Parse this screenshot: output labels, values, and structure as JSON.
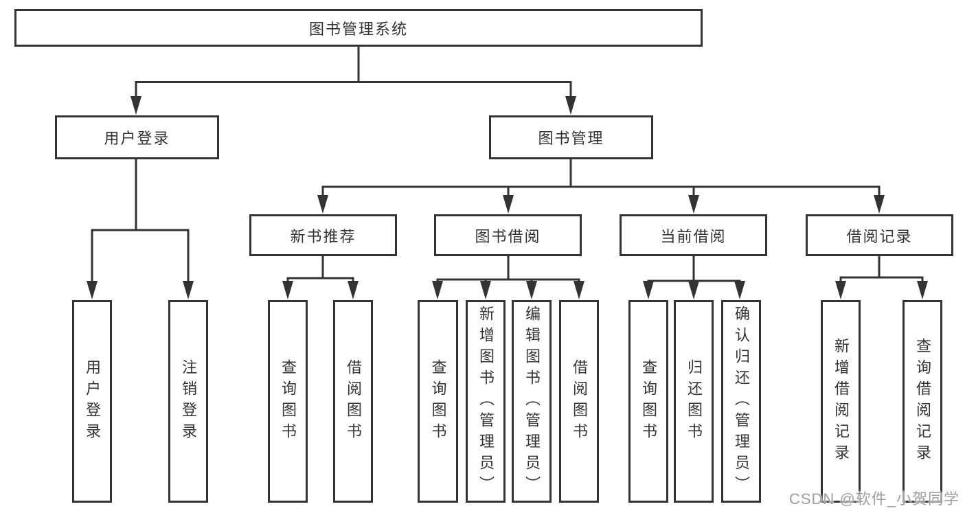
{
  "tree": {
    "label": "图书管理系统",
    "children": [
      {
        "label": "用户登录",
        "children": [
          {
            "label": "用户登录"
          },
          {
            "label": "注销登录"
          }
        ]
      },
      {
        "label": "图书管理",
        "children": [
          {
            "label": "新书推荐",
            "children": [
              {
                "label": "查询图书"
              },
              {
                "label": "借阅图书"
              }
            ]
          },
          {
            "label": "图书借阅",
            "children": [
              {
                "label": "查询图书"
              },
              {
                "label": "新增图书（管理员）"
              },
              {
                "label": "编辑图书（管理员）"
              },
              {
                "label": "借阅图书"
              }
            ]
          },
          {
            "label": "当前借阅",
            "children": [
              {
                "label": "查询图书"
              },
              {
                "label": "归还图书"
              },
              {
                "label": "确认归还（管理员）"
              }
            ]
          },
          {
            "label": "借阅记录",
            "children": [
              {
                "label": "新增借阅记录"
              },
              {
                "label": "查询借阅记录"
              }
            ]
          }
        ]
      }
    ]
  },
  "watermark": "CSDN @软件_小贺同学",
  "colors": {
    "line": "#333333",
    "text": "#333333",
    "box_fill": "#ffffff",
    "watermark": "#9e9e9e",
    "background": "#ffffff"
  }
}
